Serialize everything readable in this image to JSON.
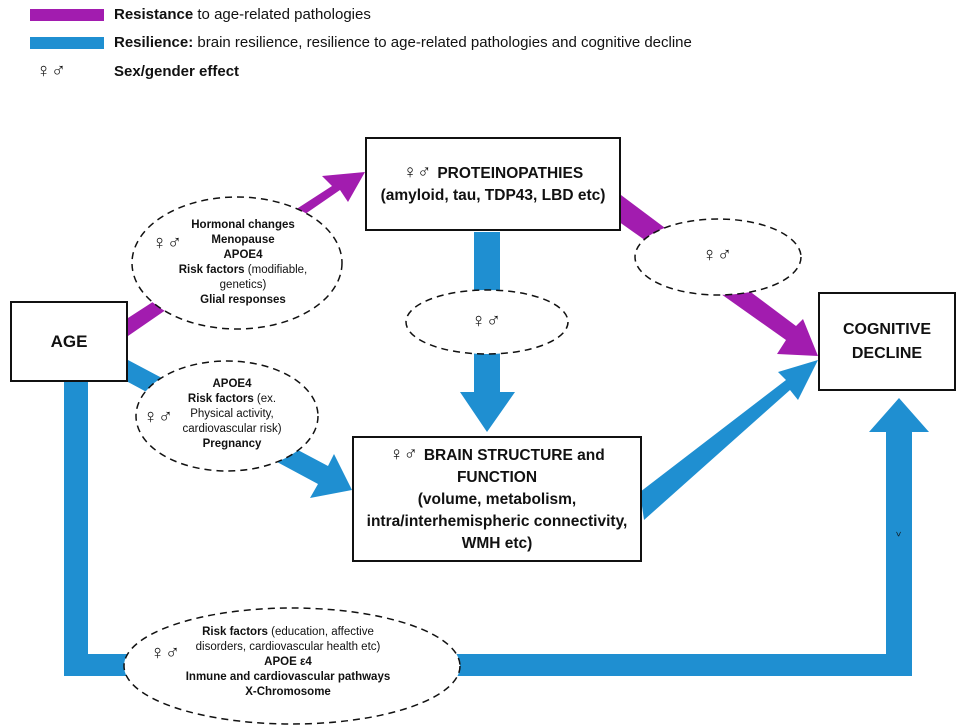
{
  "colors": {
    "resistance": "#a21caf",
    "resilience": "#1f8fd1",
    "line": "#111111"
  },
  "legend": {
    "resistance_bold": "Resistance",
    "resistance_rest": " to age-related pathologies",
    "resilience_bold": "Resilience:",
    "resilience_rest": " brain resilience,  resilience to age-related pathologies and cognitive decline",
    "gender_symbol": "♀♂",
    "gender_label": "Sex/gender effect"
  },
  "boxes": {
    "age": "AGE",
    "proteinopathies_title": "PROTEINOPATHIES",
    "proteinopathies_sub": "(amyloid, tau, TDP43, LBD etc)",
    "brain_title_1": "BRAIN STRUCTURE and",
    "brain_title_2": "FUNCTION",
    "brain_sub_1": "(volume, metabolism,",
    "brain_sub_2": "intra/interhemispheric connectivity,",
    "brain_sub_3": "WMH etc)",
    "cognitive_1": "COGNITIVE",
    "cognitive_2": "DECLINE"
  },
  "symbols": {
    "gender": "♀♂",
    "small_caret": ">"
  },
  "ellipses": {
    "age_to_protein": {
      "l1": "Hormonal changes",
      "l2": "Menopause",
      "l3": "APOE4",
      "l4_bold": "Risk factors",
      "l4_rest": " (modifiable,",
      "l5": "genetics)",
      "l6": "Glial responses"
    },
    "age_to_brain": {
      "l1": "APOE4",
      "l2_bold": "Risk factors",
      "l2_rest": " (ex.",
      "l3": "Physical activity,",
      "l4": "cardiovascular risk)",
      "l5": "Pregnancy"
    },
    "bottom": {
      "l1_bold": "Risk factors",
      "l1_rest": " (education, affective",
      "l2": "disorders, cardiovascular health etc)",
      "l3": "APOE ε4",
      "l4": "Inmune and cardiovascular pathways",
      "l5": "X-Chromosome"
    }
  }
}
